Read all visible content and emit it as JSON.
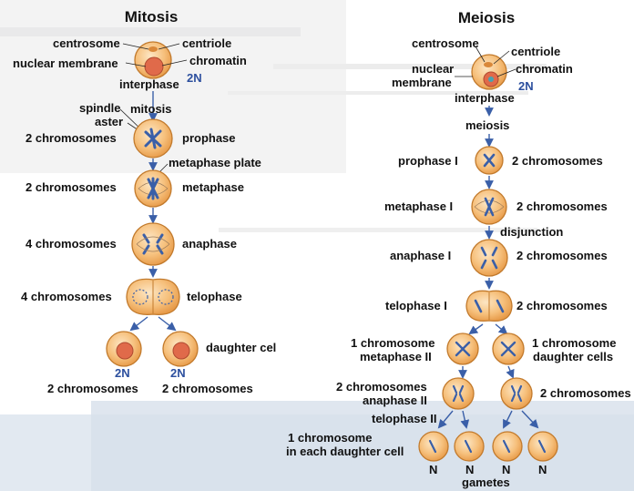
{
  "mitosis": {
    "title": "Mitosis",
    "labels": {
      "centrosome": "centrosome",
      "centriole": "centriole",
      "nuclear_membrane": "nuclear membrane",
      "chromatin": "chromatin",
      "interphase": "interphase",
      "ploidy_top": "2N",
      "spindle": "spindle",
      "mitosis": "mitosis",
      "aster": "aster",
      "chromosomes_prophase": "2 chromosomes",
      "prophase": "prophase",
      "metaphase_plate": "metaphase plate",
      "chromosomes_metaphase": "2 chromosomes",
      "metaphase": "metaphase",
      "chromosomes_anaphase": "4 chromosomes",
      "anaphase": "anaphase",
      "chromosomes_telophase": "4 chromosomes",
      "telophase": "telophase",
      "daughter_cells": "daughter cel",
      "ploidy_left": "2N",
      "ploidy_right": "2N",
      "chromosomes_left": "2 chromosomes",
      "chromosomes_right": "2 chromosomes"
    }
  },
  "meiosis": {
    "title": "Meiosis",
    "labels": {
      "centrosome": "centrosome",
      "centriole": "centriole",
      "nuclear": "nuclear",
      "membrane": "membrane",
      "chromatin": "chromatin",
      "ploidy_top": "2N",
      "interphase": "interphase",
      "meiosis": "meiosis",
      "prophase_1": "prophase I",
      "chromosomes_prophase_1": "2 chromosomes",
      "metaphase_1": "metaphase I",
      "chromosomes_metaphase_1": "2 chromosomes",
      "disjunction": "disjunction",
      "anaphase_1": "anaphase I",
      "chromosomes_anaphase_1": "2 chromosomes",
      "telophase_1": "telophase I",
      "chromosomes_telophase_1": "2 chromosomes",
      "one_chromosome_left": "1 chromosome",
      "metaphase_2": "metaphase II",
      "one_chromosome_right": "1 chromosome",
      "daughter_cells": "daughter cells",
      "two_chromosomes": "2 chromosomes",
      "anaphase_2": "anaphase II",
      "chromosomes_anaphase_2_right": "2 chromosomes",
      "telophase_2": "telophase II",
      "one_chromosome_bottom": "1 chromosome",
      "in_each_daughter_cell": "in each daughter cell",
      "n_labels": [
        "N",
        "N",
        "N",
        "N"
      ],
      "gametes": "gametes"
    }
  },
  "colors": {
    "cell_fill": "#f3b36a",
    "cell_edge": "#c27a2c",
    "nucleus_fill": "#e06a4a",
    "chromosome": "#3a5fa8",
    "arrow": "#3a5fa8",
    "ploidy_text": "#2c4f9e"
  }
}
